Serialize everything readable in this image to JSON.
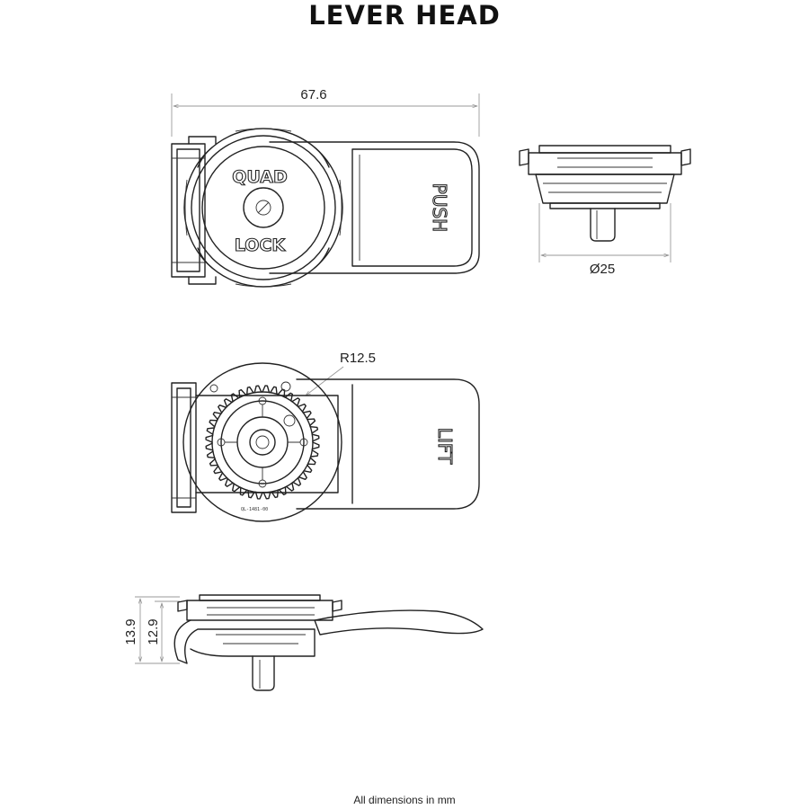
{
  "title": "LEVER HEAD",
  "footer": "All dimensions in mm",
  "dimensions": {
    "length": "67.6",
    "diameter": "Ø25",
    "radius": "R12.5",
    "total_height": "13.9",
    "body_height": "12.9"
  },
  "labels": {
    "brand_top": "QUAD",
    "brand_bottom": "LOCK",
    "push": "PUSH",
    "lift": "LIFT",
    "part_number": "QL-1481-00"
  }
}
